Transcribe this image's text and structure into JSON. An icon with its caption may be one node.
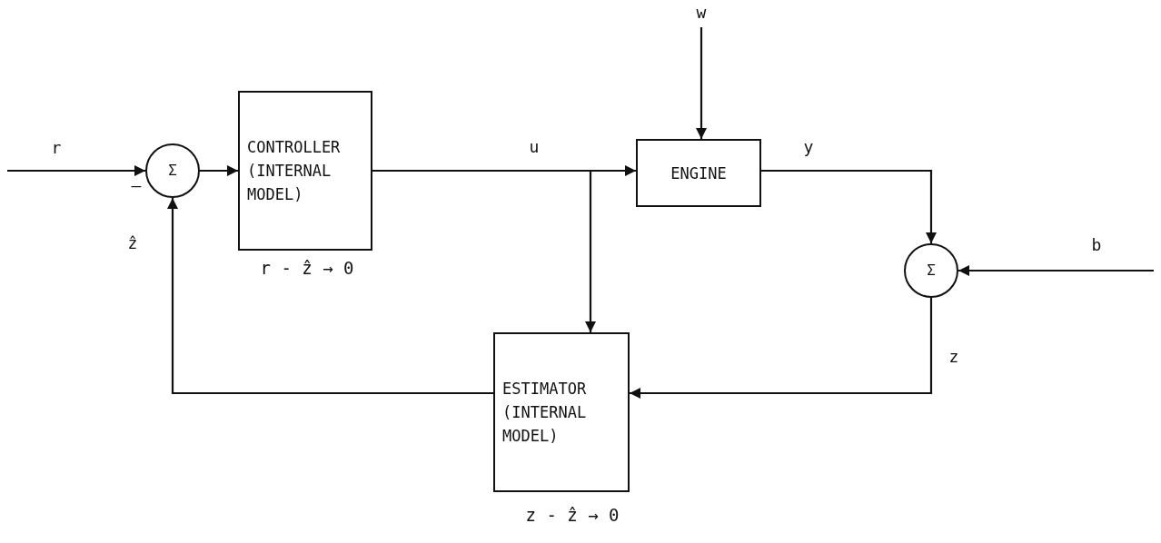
{
  "diagram": {
    "nodes": [
      {
        "text": [
          "Σ"
        ]
      },
      {
        "text": [
          "CONTROLLER (INTERNAL MODEL)"
        ],
        "beside": [
          "r - ẑ → 0"
        ]
      },
      {
        "text": [
          "ENGINE"
        ]
      },
      {
        "text": [
          "Σ"
        ]
      },
      {
        "text": [
          "ESTIMATOR (INTERNAL MODEL)"
        ],
        "beside": [
          "z - ẑ → 0"
        ]
      }
    ],
    "edges": [
      {
        "from": null,
        "to": 0,
        "arrow": "to",
        "label": "r"
      },
      {
        "from": 0,
        "to": 1,
        "arrow": "to"
      },
      {
        "from": 1,
        "to": 2,
        "arrow": "to",
        "label": "u"
      },
      {
        "from": 1,
        "to": 4,
        "arrow": "to"
      },
      {
        "from": null,
        "to": 2,
        "arrow": "to",
        "label": "w"
      },
      {
        "from": 2,
        "to": 3,
        "arrow": "to",
        "label": "y"
      },
      {
        "from": null,
        "to": 3,
        "arrow": "to",
        "label": "b"
      },
      {
        "from": 3,
        "to": 4,
        "arrow": "to",
        "label": "z"
      },
      {
        "from": 4,
        "to": 0,
        "arrow": "to",
        "label": "ẑ"
      }
    ],
    "labels": [
      "–"
    ]
  }
}
